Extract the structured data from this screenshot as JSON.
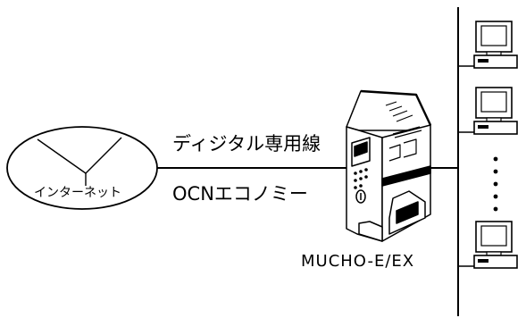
{
  "diagram": {
    "internet_label": "インターネット",
    "line_label": "ディジタル専用線",
    "service_label": "OCNエコノミー",
    "device_label": "MUCHO-E/EX"
  },
  "colors": {
    "stroke": "#000000",
    "background": "#ffffff"
  },
  "icons": [
    "cloud-internet",
    "router-device",
    "pc-terminal",
    "ellipsis-dots"
  ]
}
